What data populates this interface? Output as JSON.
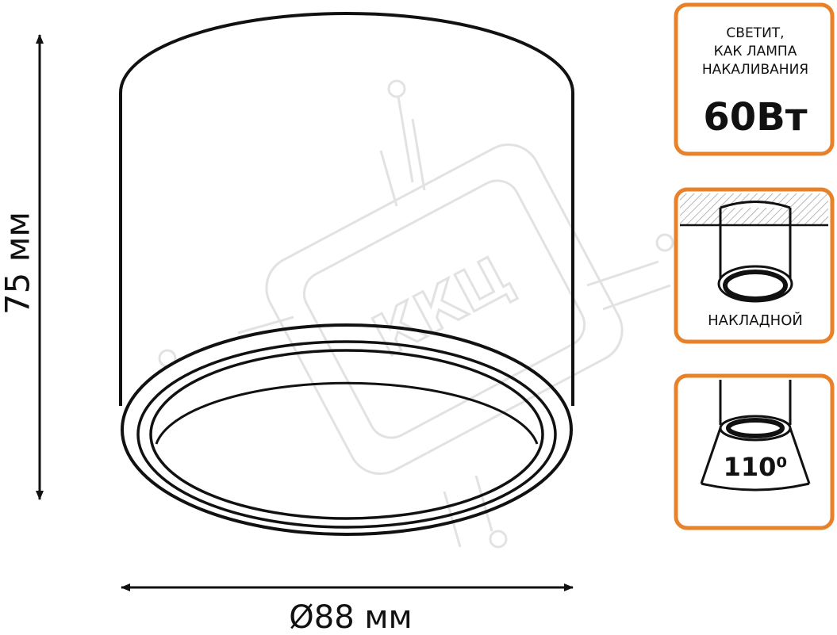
{
  "colors": {
    "accent": "#E8822A",
    "line": "#111111",
    "watermark": "#E2E2E2",
    "background": "#FFFFFF"
  },
  "dimensions": {
    "height_label": "75 мм",
    "diameter_label": "Ø88 мм"
  },
  "watermark": {
    "text": "ККЦ"
  },
  "badges": {
    "brightness": {
      "line1": "СВЕТИТ,",
      "line2": "КАК ЛАМПА",
      "line3": "НАКАЛИВАНИЯ",
      "value": "60Вт"
    },
    "mount": {
      "label": "НАКЛАДНОЙ",
      "icon": "surface-mount-icon"
    },
    "beam": {
      "angle": "110⁰",
      "icon": "beam-angle-icon"
    }
  }
}
